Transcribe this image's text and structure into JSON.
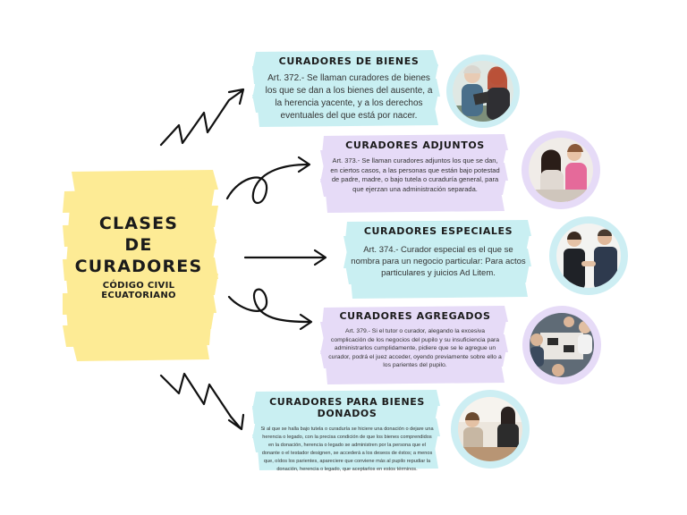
{
  "main": {
    "title_lines": [
      "CLASES",
      "DE",
      "CURADORES"
    ],
    "subtitle": "CÓDIGO CIVIL ECUATORIANO"
  },
  "colors": {
    "yellow": "#fde98a",
    "cyan": "#c9eff2",
    "lavender": "#e6dbf7",
    "ink": "#1b1b1b"
  },
  "cards": [
    {
      "title": "CURADORES DE BIENES",
      "text": "Art. 372.- Se llaman curadores de bienes los que se dan a los bienes del ausente, a la herencia yacente, y a los derechos eventuales del que está por nacer.",
      "color": "cyan",
      "photo": "two-women-tablet-photo"
    },
    {
      "title": "CURADORES ADJUNTOS",
      "text": "Art. 373.- Se llaman curadores adjuntos los que se dan, en ciertos casos, a las personas que están bajo potestad de padre, madre, o bajo tutela o curaduría general, para que ejerzan una administración separada.",
      "color": "lavender",
      "photo": "women-at-desk-photo"
    },
    {
      "title": "CURADORES ESPECIALES",
      "text": "Art. 374.- Curador especial es el que se nombra para un negocio particular: Para actos particulares y juicios Ad Litem.",
      "color": "cyan",
      "photo": "handshake-photo"
    },
    {
      "title": "CURADORES AGREGADOS",
      "text": "Art. 379.- Si el tutor o curador, alegando la excesiva complicación de los negocios del pupilo y su insuficiencia para administrarlos cumplidamente, pidiere que se le agregue un curador, podrá el juez acceder, oyendo previamente sobre ello a los parientes del pupilo.",
      "color": "lavender",
      "photo": "team-meeting-photo"
    },
    {
      "title": "CURADORES PARA BIENES DONADOS",
      "text": "Si al que se halla bajo tutela o curaduría se hiciere una donación o dejare una herencia o legado, con la precisa condición de que los bienes comprendidos en la donación, herencia o legado se administren por la persona que el donante o el testador designen, se accederá a los deseos de éstos; a menos que, oídos los parientes, apareciere que conviene más al pupilo repudiar la donación, herencia o legado, que aceptarlos en estos términos.",
      "color": "cyan",
      "photo": "office-conversation-photo"
    }
  ]
}
